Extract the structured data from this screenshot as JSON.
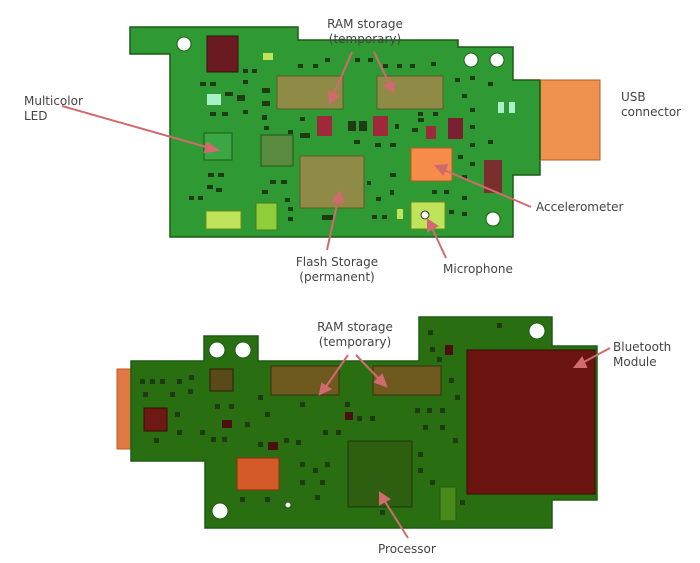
{
  "top_board": {
    "labels": {
      "ram": [
        "RAM storage",
        "(temporary)"
      ],
      "led": [
        "Multicolor",
        "LED"
      ],
      "usb": [
        "USB",
        "connector"
      ],
      "accelerometer": [
        "Accelerometer"
      ],
      "flash": [
        "Flash Storage",
        "(permanent)"
      ],
      "microphone": [
        "Microphone"
      ]
    }
  },
  "bottom_board": {
    "labels": {
      "ram": [
        "RAM storage",
        "(temporary)"
      ],
      "bluetooth": [
        "Bluetooth",
        "Module"
      ],
      "processor": [
        "Processor"
      ]
    }
  },
  "colors": {
    "board": "#2f9a33",
    "board_dark": "#2a6e12",
    "board_outline": "#1d5b14",
    "leader": "#d16a6e",
    "ram_chip": "#8f8a45",
    "ram_chip_dark": "#6e5a1f",
    "usb": "#f0924f",
    "accelerometer": "#f58c4a",
    "bluetooth": "#6b1410",
    "processor": "#2e5e0f",
    "red_comp": "#7a1e22",
    "light_comp": "#bfe45a",
    "pad": "#1f3b14",
    "text": "#444444"
  }
}
